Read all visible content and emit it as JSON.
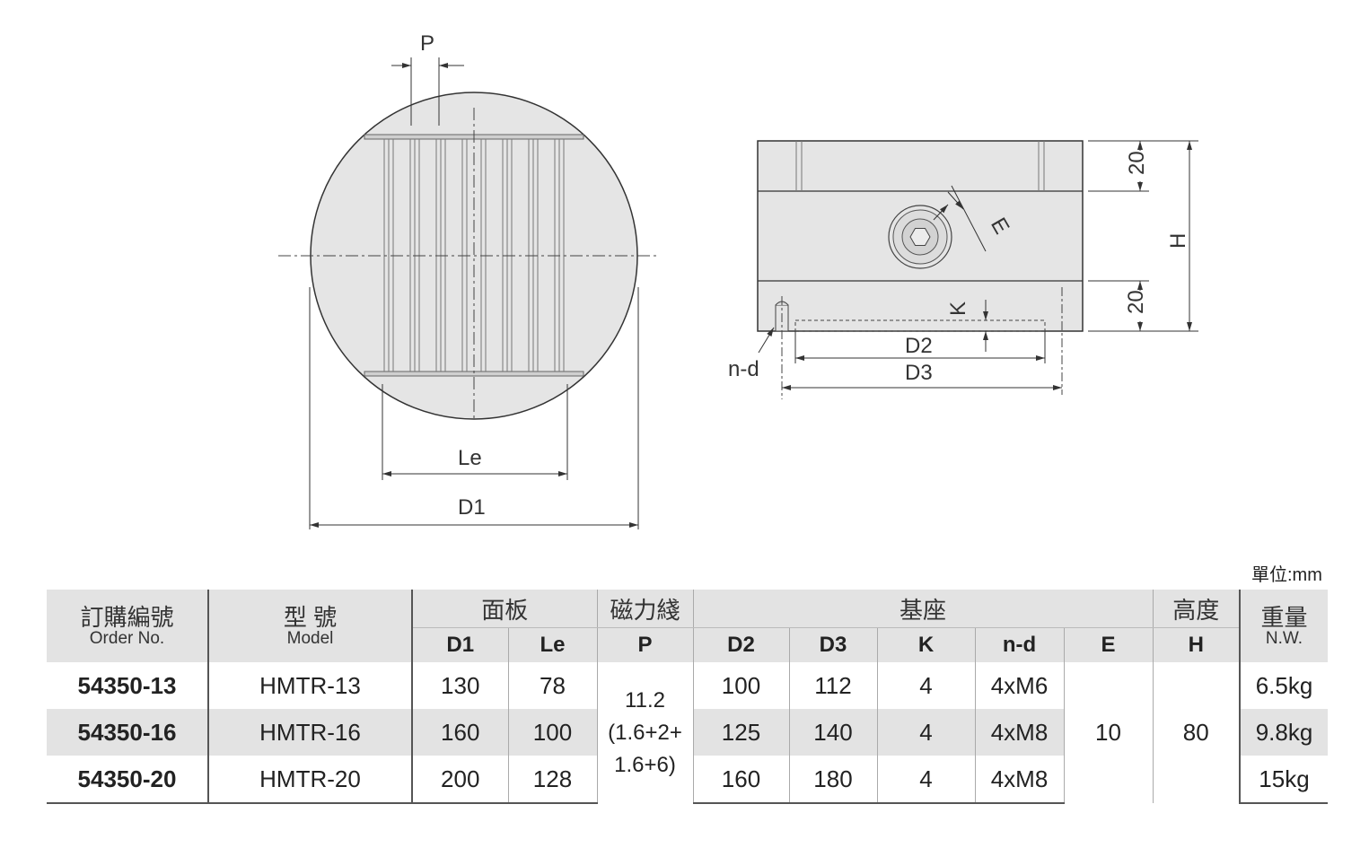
{
  "drawing": {
    "labels": {
      "P": "P",
      "Le": "Le",
      "D1": "D1",
      "D2": "D2",
      "D3": "D3",
      "K": "K",
      "E": "E",
      "H": "H",
      "nd": "n-d",
      "top20": "20",
      "bot20": "20"
    }
  },
  "unit": "單位:mm",
  "table": {
    "headers": {
      "order_zh": "訂購編號",
      "order_en": "Order No.",
      "model_zh": "型 號",
      "model_en": "Model",
      "panel": "面板",
      "magnetic": "磁力綫",
      "base": "基座",
      "height": "高度",
      "weight_zh": "重量",
      "weight_en": "N.W.",
      "sub": [
        "D1",
        "Le",
        "P",
        "D2",
        "D3",
        "K",
        "n-d",
        "E",
        "H"
      ]
    },
    "p_value": [
      "11.2",
      "(1.6+2+",
      "1.6+6)"
    ],
    "e_value": "10",
    "h_value": "80",
    "rows": [
      {
        "order": "54350-13",
        "model": "HMTR-13",
        "d1": "130",
        "le": "78",
        "d2": "100",
        "d3": "112",
        "k": "4",
        "nd": "4xM6",
        "nw": "6.5kg"
      },
      {
        "order": "54350-16",
        "model": "HMTR-16",
        "d1": "160",
        "le": "100",
        "d2": "125",
        "d3": "140",
        "k": "4",
        "nd": "4xM8",
        "nw": "9.8kg"
      },
      {
        "order": "54350-20",
        "model": "HMTR-20",
        "d1": "200",
        "le": "128",
        "d2": "160",
        "d3": "180",
        "k": "4",
        "nd": "4xM8",
        "nw": "15kg"
      }
    ]
  }
}
